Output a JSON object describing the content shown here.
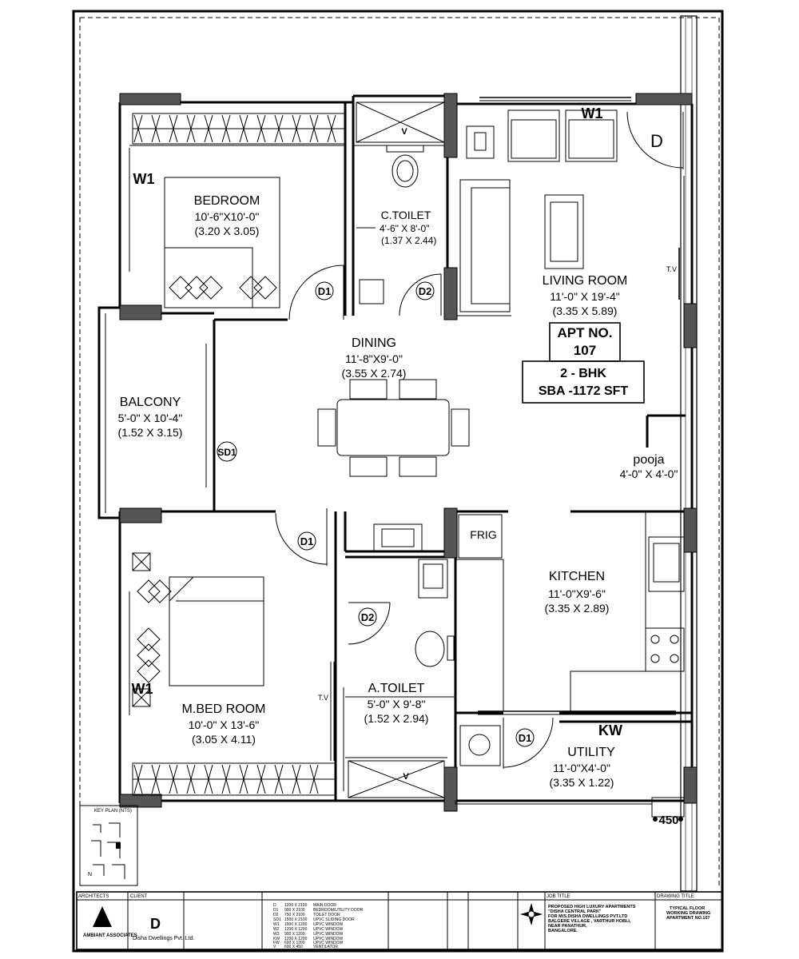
{
  "rooms": {
    "bedroom": {
      "name": "BEDROOM",
      "size": "10'-6\"X10'-0\"",
      "metric": "(3.20 X 3.05)"
    },
    "ctoilet": {
      "name": "C.TOILET",
      "size": "4'-6\" X 8'-0\"",
      "metric": "(1.37 X 2.44)"
    },
    "living": {
      "name": "LIVING ROOM",
      "size": "11'-0\" X 19'-4\"",
      "metric": "(3.35 X 5.89)"
    },
    "dining": {
      "name": "DINING",
      "size": "11'-8\"X9'-0\"",
      "metric": "(3.55 X 2.74)"
    },
    "balcony": {
      "name": "BALCONY",
      "size": "5'-0\" X 10'-4\"",
      "metric": "(1.52 X 3.15)"
    },
    "pooja": {
      "name": "pooja",
      "size": "4'-0\" X 4'-0\""
    },
    "kitchen": {
      "name": "KITCHEN",
      "size": "11'-0\"X9'-6\"",
      "metric": "(3.35 X 2.89)"
    },
    "mbed": {
      "name": "M.BED ROOM",
      "size": "10'-0\" X 13'-6\"",
      "metric": "(3.05 X 4.11)"
    },
    "atoilet": {
      "name": "A.TOILET",
      "size": "5'-0\" X 9'-8\"",
      "metric": "(1.52 X 2.94)"
    },
    "utility": {
      "name": "UTILITY",
      "size": "11'-0\"X4'-0\"",
      "metric": "(3.35 X 1.22)"
    }
  },
  "apartment": {
    "apt_label": "APT NO.",
    "apt_number": "107",
    "type": "2 - BHK",
    "area": "SBA -1172 SFT"
  },
  "tags": {
    "window": "W1",
    "kitchen_window": "KW",
    "main_door": "D",
    "door1": "D1",
    "door2": "D2",
    "sliding_door": "SD1",
    "vent": "V",
    "tv": "T.V",
    "fridge": "FRIG",
    "dimension": "450"
  },
  "title_block": {
    "architects_label": "ARCHITECTS",
    "client_label": "CLIENT",
    "architect_name": "AMBIANT ASSOCIATES",
    "client_name": "Disha Dwellings Pvt. Ltd.",
    "job_title_label": "JOB TITLE",
    "project_lines": [
      "PROPOSED HIGH LUXURY APARTMENTS",
      "\"DISHA CENTRAL PARK\"",
      "FOR M/S.DISHA DWELLINGS PVT.LTD",
      "BALGERE VILLAGE , VARTHUR HOBLI,",
      "NEAR PANATHUR,",
      "BANGALORE."
    ],
    "drawing_title_label": "DRAWING TITLE",
    "drawing_title": [
      "TYPICAL FLOOR",
      "WORKING DRAWING",
      "APARTMENT NO.107"
    ],
    "key_plan_label": "KEY PLAN (NTS)",
    "north": "N"
  },
  "schedule_rows": [
    {
      "mark": "D",
      "size": "1200 X 2100",
      "desc": "MAIN DOOR"
    },
    {
      "mark": "D1",
      "size": "900 X 2100",
      "desc": "BEDROOM/UTILITY DOOR"
    },
    {
      "mark": "D2",
      "size": "750 X 2100",
      "desc": "TOILET DOOR"
    },
    {
      "mark": "SD1",
      "size": "1500 X 2100",
      "desc": "UPVC SLIDING DOOR"
    },
    {
      "mark": "W1",
      "size": "1500 X 1200",
      "desc": "UPVC WINDOW"
    },
    {
      "mark": "W2",
      "size": "1200 X 1200",
      "desc": "UPVC WINDOW"
    },
    {
      "mark": "W3",
      "size": "900 X 1200",
      "desc": "UPVC WINDOW"
    },
    {
      "mark": "KW",
      "size": "1200 X 1200",
      "desc": "UPVC WINDOW"
    },
    {
      "mark": "FW",
      "size": "600 X 1200",
      "desc": "UPVC WINDOW"
    },
    {
      "mark": "V",
      "size": "600 X 450",
      "desc": "VENTILATOR"
    }
  ],
  "colors": {
    "line": "#000000",
    "column": "#555555",
    "background": "#ffffff"
  }
}
